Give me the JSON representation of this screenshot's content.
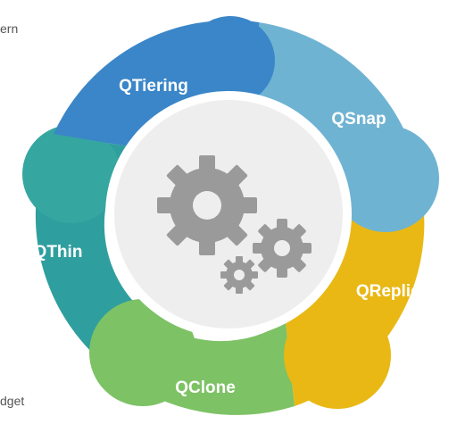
{
  "edge_text_top": "ern",
  "edge_text_bottom": "dget",
  "segments": [
    {
      "label": "QTiering",
      "color": "#3a86c8"
    },
    {
      "label": "QSnap",
      "color": "#6fb3d2"
    },
    {
      "label": "QReplica",
      "color": "#e9b814"
    },
    {
      "label": "QClone",
      "color": "#7dc265"
    },
    {
      "label": "QThin",
      "color": "#2f9e9e"
    }
  ],
  "center": {
    "icon": "gears-icon",
    "disc_color": "#eeeeee",
    "gear_color": "#9a9a9a"
  }
}
